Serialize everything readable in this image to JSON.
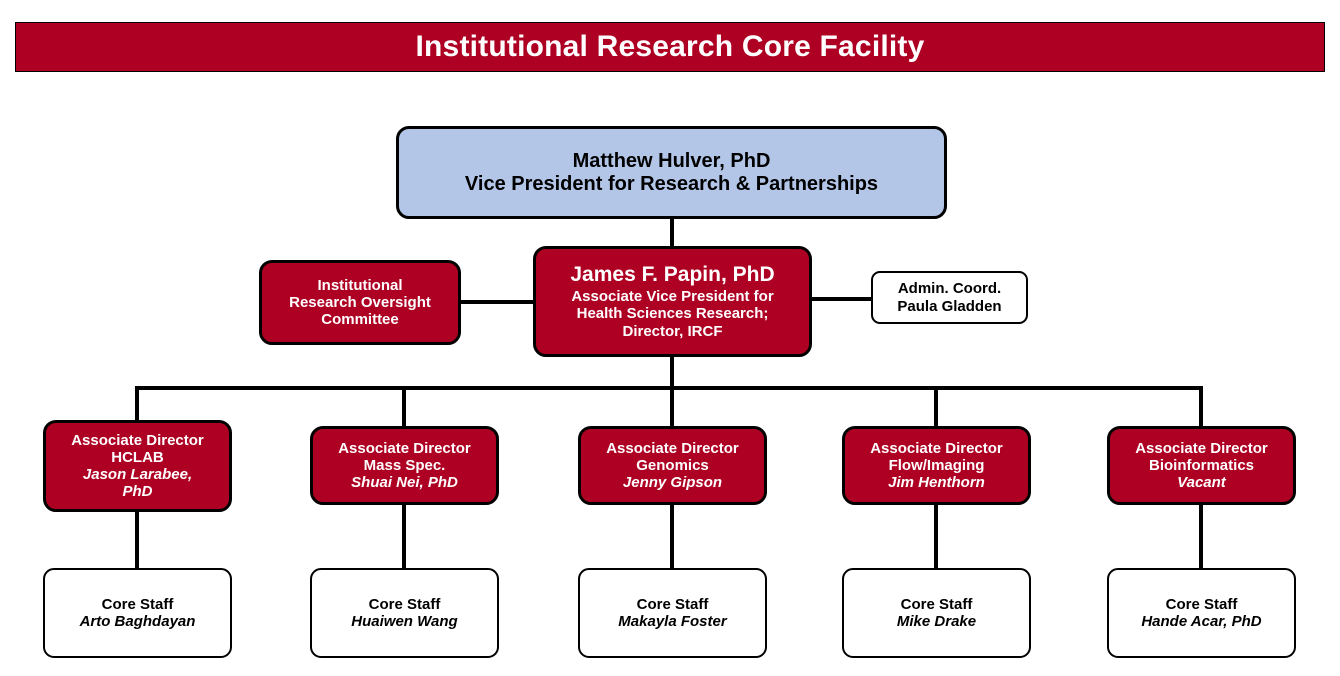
{
  "header": {
    "title": "Institutional Research Core Facility",
    "background_color": "#ae0022",
    "text_color": "#ffffff"
  },
  "colors": {
    "brand_red": "#ae0022",
    "exec_blue": "#b3c6e7",
    "line_black": "#000000",
    "box_white": "#ffffff"
  },
  "chart_data": {
    "type": "diagram",
    "diagram_kind": "organizational-chart",
    "title": "Institutional Research Core Facility"
  },
  "nodes": {
    "executive": {
      "name_line": "Matthew Hulver, PhD",
      "title_line": "Vice President for Research & Partnerships"
    },
    "director": {
      "name_line": "James F. Papin, PhD",
      "title_line_1": "Associate Vice President for",
      "title_line_2": "Health Sciences Research;",
      "title_line_3": "Director, IRCF"
    },
    "oversight_committee": {
      "line_1": "Institutional",
      "line_2": "Research Oversight",
      "line_3": "Committee"
    },
    "admin_coordinator": {
      "role_line": "Admin. Coord.",
      "name_line": "Paula Gladden"
    }
  },
  "divisions": [
    {
      "role": "Associate Director",
      "unit": "HCLAB",
      "person_line_1": "Jason Larabee,",
      "person_line_2": "PhD",
      "staff": {
        "role": "Core Staff",
        "person": "Arto Baghdayan"
      }
    },
    {
      "role": "Associate Director",
      "unit": "Mass Spec.",
      "person_line_1": "Shuai Nei, PhD",
      "person_line_2": "",
      "staff": {
        "role": "Core Staff",
        "person": "Huaiwen Wang"
      }
    },
    {
      "role": "Associate Director",
      "unit": "Genomics",
      "person_line_1": "Jenny Gipson",
      "person_line_2": "",
      "staff": {
        "role": "Core Staff",
        "person": "Makayla Foster"
      }
    },
    {
      "role": "Associate Director",
      "unit": "Flow/Imaging",
      "person_line_1": "Jim Henthorn",
      "person_line_2": "",
      "staff": {
        "role": "Core Staff",
        "person": "Mike Drake"
      }
    },
    {
      "role": "Associate Director",
      "unit": "Bioinformatics",
      "person_line_1": "Vacant",
      "person_line_2": "",
      "staff": {
        "role": "Core Staff",
        "person": "Hande Acar, PhD"
      }
    }
  ]
}
